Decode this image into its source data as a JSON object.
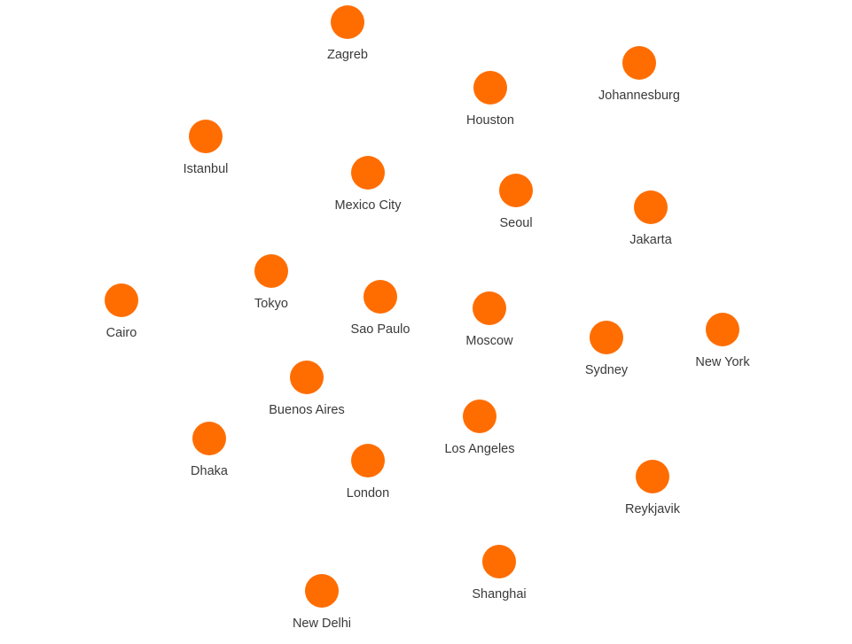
{
  "node_color": "#ff6d00",
  "label_color": "#3a3a3a",
  "nodes": [
    {
      "label": "Zagreb"
    },
    {
      "label": "Johannesburg"
    },
    {
      "label": "Houston"
    },
    {
      "label": "Istanbul"
    },
    {
      "label": "Mexico City"
    },
    {
      "label": "Seoul"
    },
    {
      "label": "Jakarta"
    },
    {
      "label": "Tokyo"
    },
    {
      "label": "Cairo"
    },
    {
      "label": "Sao Paulo"
    },
    {
      "label": "Moscow"
    },
    {
      "label": "New York"
    },
    {
      "label": "Sydney"
    },
    {
      "label": "Buenos Aires"
    },
    {
      "label": "Los Angeles"
    },
    {
      "label": "Dhaka"
    },
    {
      "label": "London"
    },
    {
      "label": "Reykjavik"
    },
    {
      "label": "Shanghai"
    },
    {
      "label": "New Delhi"
    }
  ]
}
